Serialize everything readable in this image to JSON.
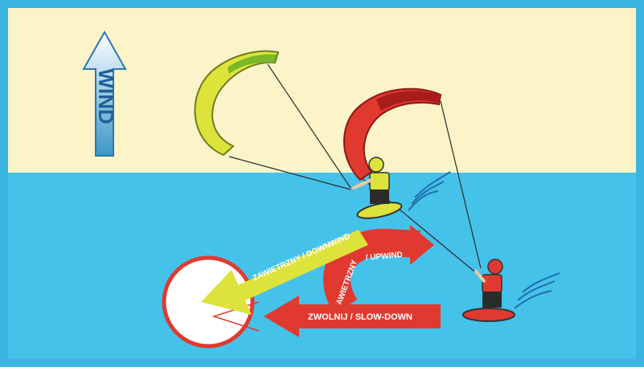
{
  "colors": {
    "border": "#3bb6e0",
    "sky": "#faf4c8",
    "sea": "#45c2ea",
    "kite_yellow": "#dde33a",
    "kite_green": "#7ab828",
    "kite_red": "#e03a30",
    "kite_dark_red": "#a81c1c",
    "arrow_yellow": "#dde33a",
    "arrow_red": "#e03a30",
    "wind_arrow_top": "#ffffff",
    "wind_arrow_bottom": "#3a96c8",
    "circle_stroke": "#e03a30"
  },
  "labels": {
    "wind": "WIND",
    "downwind": "ZAWIETRZNY / DOWNWIND",
    "upwind_prefix": "NAWIETRZNY",
    "upwind_suffix": "/ UPWIND",
    "slowdown": "ZWOLNIJ / SLOW-DOWN"
  },
  "icons": [
    "wind-direction-arrow-icon",
    "kite-icon",
    "kitesurfer-icon",
    "kiteboard-icon",
    "water-splash-icon",
    "target-circle-icon"
  ]
}
